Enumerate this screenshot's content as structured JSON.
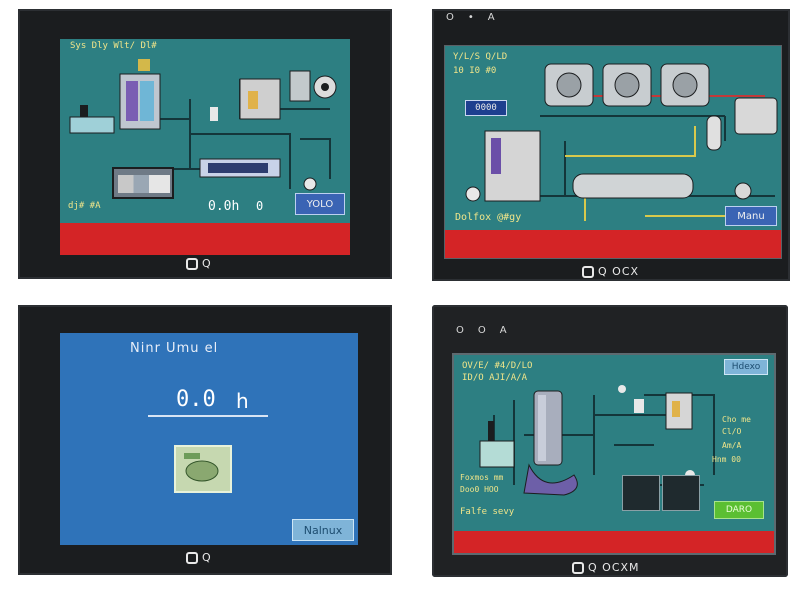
{
  "panel1": {
    "header_text": "Sys Dly Wlt/ Dl#",
    "value": "0.0h",
    "status": "0",
    "footer_left": "dj# #A",
    "button": "YOLO",
    "logo": "Q"
  },
  "panel2": {
    "led_labels": [
      "O",
      "•",
      "A"
    ],
    "info_lines": [
      "Y/L/S Q/LD",
      "10 I0 #0"
    ],
    "counter": "0000",
    "footer_text": "Dolfox @#gy",
    "button": "Manu",
    "logo": "Q OCX"
  },
  "panel3": {
    "title": "Ninr Umu el",
    "value": "0.0",
    "unit": "h",
    "button": "Nalnux",
    "logo": "Q"
  },
  "panel4": {
    "led_labels": [
      "O",
      "O",
      "A"
    ],
    "info_lines": [
      "OV/E/  #4/D/LO",
      "ID/O  AJI/A/A"
    ],
    "right_lines": [
      "Cho me",
      "Cl/O",
      "Am/A",
      "Hnm 00"
    ],
    "footer_lines": [
      "Foxmos mm",
      "Doo0 HOO",
      "Falfe sevy"
    ],
    "top_button": "Hdexo",
    "green_button": "DARO",
    "logo": "Q OCXM"
  },
  "colors": {
    "bezel": "#1b1d1f",
    "teal_screen": "#2d7f82",
    "blue_screen": "#2f73b9",
    "alarm_bar": "#d42426",
    "button_blue": "#3a64b4",
    "button_green": "#5bbf32",
    "label_yellow": "#f0e58a"
  }
}
